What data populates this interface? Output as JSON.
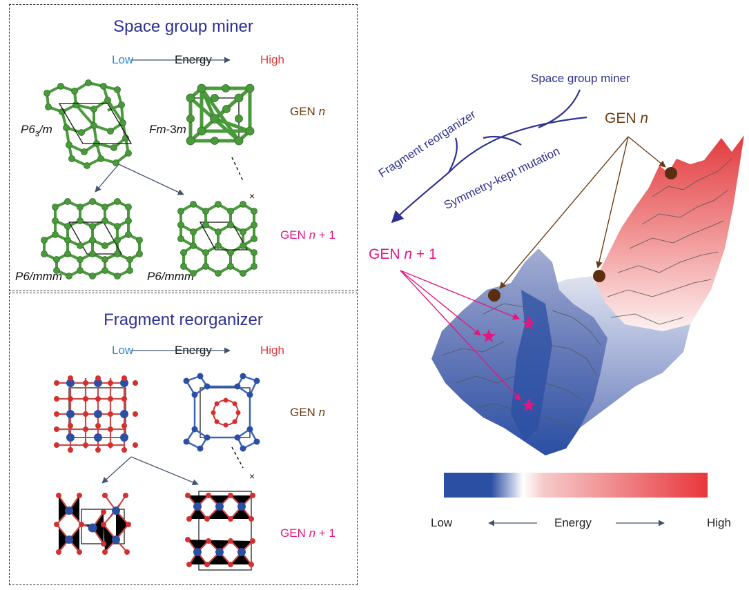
{
  "top_panel": {
    "title": "Space group miner",
    "energy_low": "Low",
    "energy_word": "Energy",
    "energy_high": "High",
    "gen_n_prefix": "GEN ",
    "gen_n_var": "n",
    "gen_n1_prefix": "GEN ",
    "gen_n1_var": "n",
    "gen_n1_suffix": " + 1",
    "sg_p63m_a": "P6",
    "sg_p63m_sub": "3",
    "sg_p63m_b": "/m",
    "sg_fm3m_a": "Fm",
    "sg_fm3m_b": "-3",
    "sg_fm3m_c": "m",
    "sg_p6mmm_left": "P6/mmm",
    "sg_p6mmm_right": "P6/mmm",
    "cross": "×"
  },
  "bottom_panel": {
    "title": "Fragment reorganizer",
    "energy_low": "Low",
    "energy_word": "Energy",
    "energy_high": "High",
    "gen_n_prefix": "GEN ",
    "gen_n_var": "n",
    "gen_n1_prefix": "GEN ",
    "gen_n1_var": "n",
    "gen_n1_suffix": " + 1",
    "cross": "×"
  },
  "landscape": {
    "space_group_miner": "Space group miner",
    "fragment_reorganizer": "Fragment reorganizer",
    "symmetry_kept_mutation": "Symmetry-kept mutation",
    "gen_n_prefix": "GEN ",
    "gen_n_var": "n",
    "gen_n1_prefix": "GEN ",
    "gen_n1_var": "n",
    "gen_n1_suffix": " + 1"
  },
  "colorbar": {
    "low": "Low",
    "energy": "Energy",
    "high": "High",
    "color_low": "#2b4fa3",
    "color_mid": "#ffffff",
    "color_high": "#e8373c"
  },
  "colors": {
    "title_blue": "#2e3192",
    "gen_brown": "#6b3d12",
    "gen_magenta": "#e5157f",
    "atom_green": "#4a9a3c",
    "atom_blue": "#2b4fa3",
    "atom_red": "#d3302f"
  }
}
